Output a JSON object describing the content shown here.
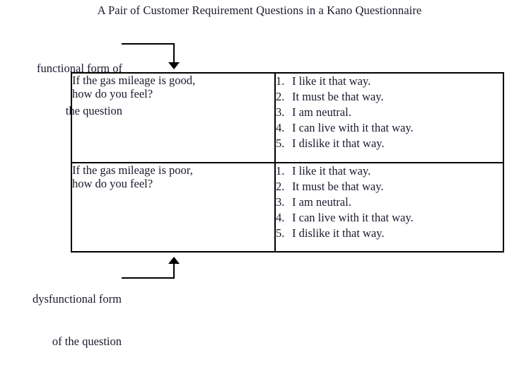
{
  "figure": {
    "title": "A Pair of Customer Requirement Questions in a Kano Questionnaire",
    "background_color": "#ffffff",
    "line_color": "#000000",
    "text_color": "#1a1a2e"
  },
  "callouts": {
    "functional": {
      "line_1": "functional form of",
      "line_2": "the question",
      "arrow_direction": "down",
      "points_to": "first-question-row"
    },
    "dysfunctional": {
      "line_1": "dysfunctional form",
      "line_2": "of the question",
      "arrow_direction": "up",
      "points_to": "second-question-row"
    }
  },
  "table": {
    "rows": [
      {
        "question": "If the gas mileage is good,\nhow do you feel?",
        "answers": [
          {
            "number": "1.",
            "text": "I like it that way."
          },
          {
            "number": "2.",
            "text": "It must be that way."
          },
          {
            "number": "3.",
            "text": "I am neutral."
          },
          {
            "number": "4.",
            "text": "I can live with it that way."
          },
          {
            "number": "5.",
            "text": "I dislike it that way."
          }
        ]
      },
      {
        "question": "If the gas mileage is poor,\nhow do you feel?",
        "answers": [
          {
            "number": "1.",
            "text": "I like it that way."
          },
          {
            "number": "2.",
            "text": "It must be that way."
          },
          {
            "number": "3.",
            "text": "I am neutral."
          },
          {
            "number": "4.",
            "text": "I can live with it that way."
          },
          {
            "number": "5.",
            "text": "I dislike it that way."
          }
        ]
      }
    ]
  }
}
